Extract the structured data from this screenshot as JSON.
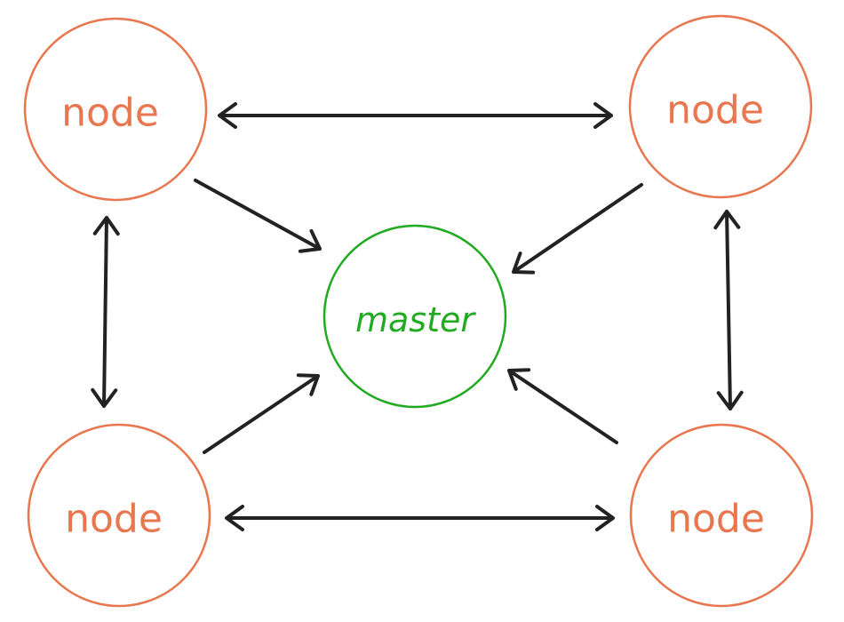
{
  "colors": {
    "node": "#E8774F",
    "master": "#22AA22",
    "arrow": "#222222",
    "background": "#FFFFFF"
  },
  "nodes": [
    {
      "id": "node-top-left",
      "label": "node"
    },
    {
      "id": "node-top-right",
      "label": "node"
    },
    {
      "id": "node-bottom-left",
      "label": "node"
    },
    {
      "id": "node-bottom-right",
      "label": "node"
    }
  ],
  "master": {
    "id": "master",
    "label": "master"
  },
  "edges": [
    {
      "from": "node-top-left",
      "to": "node-top-right",
      "bidirectional": true
    },
    {
      "from": "node-bottom-left",
      "to": "node-bottom-right",
      "bidirectional": true
    },
    {
      "from": "node-top-left",
      "to": "node-bottom-left",
      "bidirectional": true
    },
    {
      "from": "node-top-right",
      "to": "node-bottom-right",
      "bidirectional": true
    },
    {
      "from": "node-top-left",
      "to": "master",
      "bidirectional": false
    },
    {
      "from": "node-top-right",
      "to": "master",
      "bidirectional": false
    },
    {
      "from": "node-bottom-left",
      "to": "master",
      "bidirectional": false
    },
    {
      "from": "node-bottom-right",
      "to": "master",
      "bidirectional": false
    }
  ]
}
